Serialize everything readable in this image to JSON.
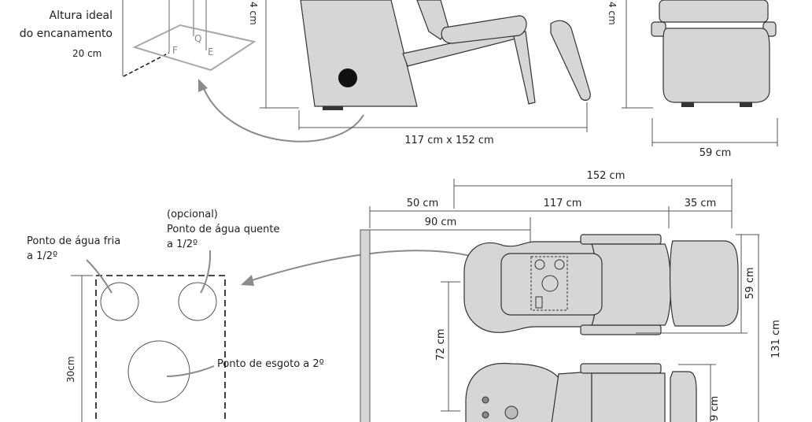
{
  "plumbing_iso": {
    "title_line1": "Altura ideal",
    "title_line2": "do encanamento",
    "height": "20 cm",
    "point_q": "Q",
    "point_f": "F",
    "point_e": "E"
  },
  "side_view": {
    "height_partial": "4 cm",
    "length": "117 cm x 152 cm"
  },
  "front_view": {
    "height_partial": "4 cm",
    "width": "59 cm"
  },
  "floor_plan": {
    "hot_water_optional": "(opcional)",
    "hot_water_label": "Ponto de água quente",
    "hot_water_size": "a 1/2º",
    "cold_water_label": "Ponto de água fria",
    "cold_water_size": "a 1/2º",
    "drain_label": "Ponto de esgoto a 2º",
    "side": "30cm"
  },
  "top_view": {
    "total_length": "152 cm",
    "wall_gap": "50 cm",
    "chair_length": "117 cm",
    "footrest": "35 cm",
    "to_drain": "90 cm",
    "chair_width": "59 cm",
    "total_width": "131 cm",
    "spacing": "72 cm",
    "second_width": "9 cm"
  },
  "colors": {
    "chair_fill": "#d6d6d6",
    "arrow": "#8a8a8a",
    "line": "#333333"
  }
}
